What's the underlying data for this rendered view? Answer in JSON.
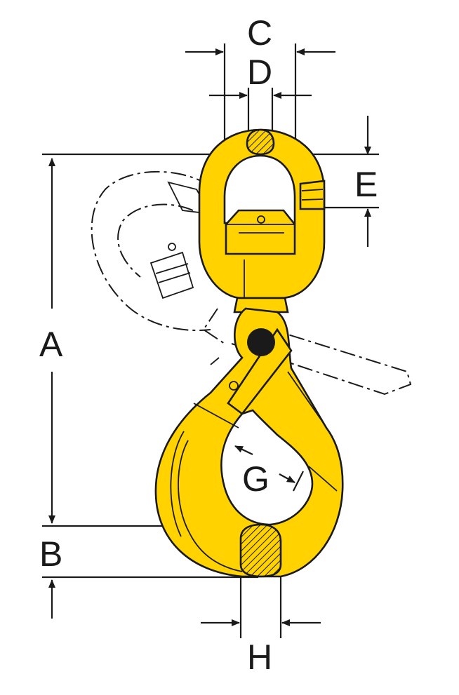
{
  "diagram": {
    "labels": {
      "A": "A",
      "B": "B",
      "C": "C",
      "D": "D",
      "E": "E",
      "G": "G",
      "H": "H"
    },
    "colors": {
      "body": "#FFD200",
      "outline": "#1a1a1a",
      "background": "#ffffff",
      "hatch": "#1a1a1a"
    }
  }
}
